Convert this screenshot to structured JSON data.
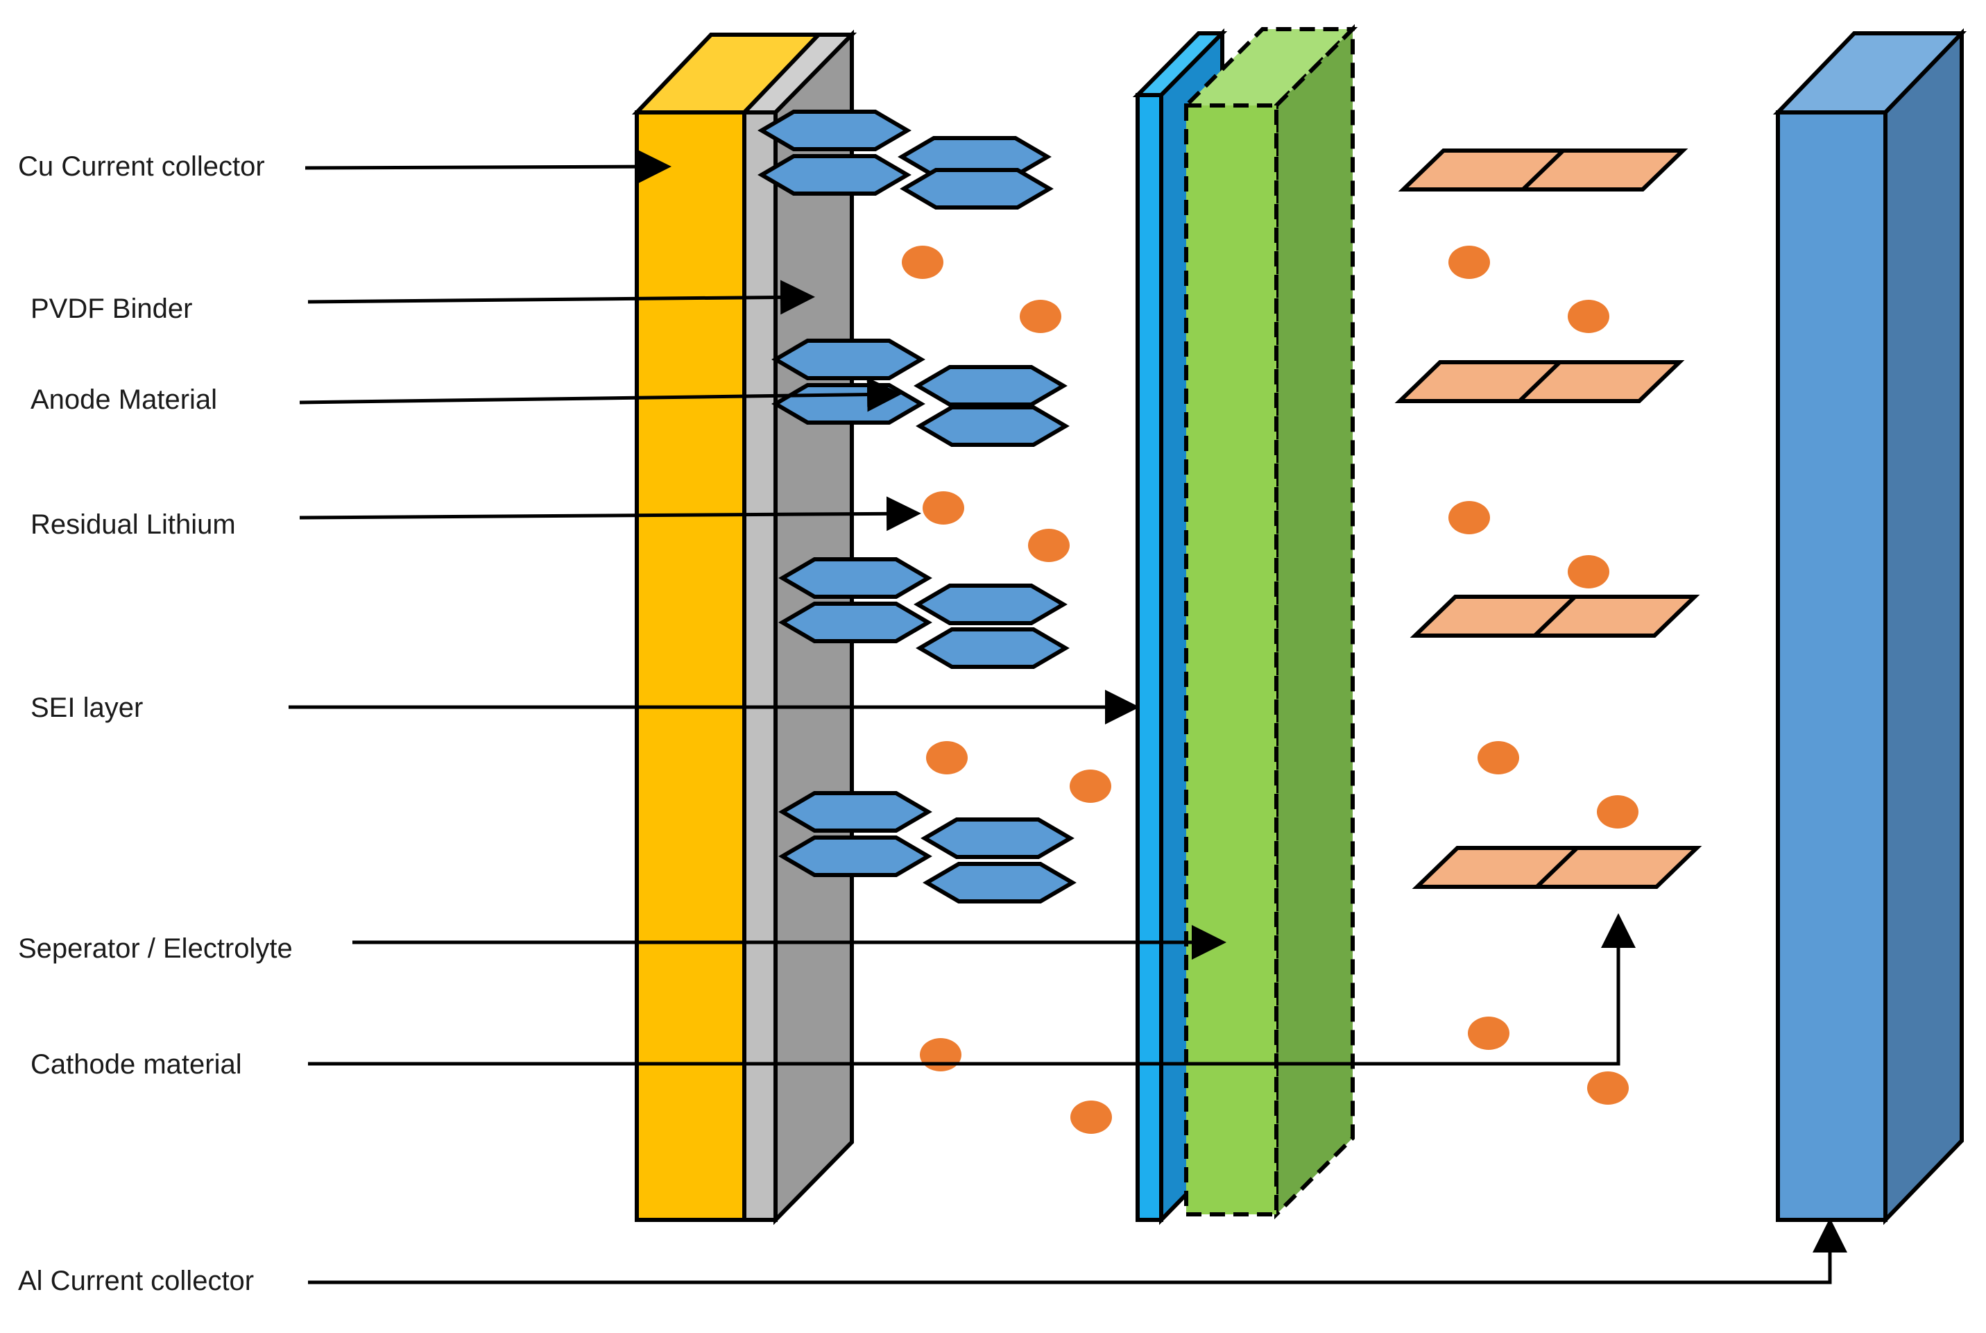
{
  "labels": {
    "cu_current_collector": "Cu Current collector",
    "pvdf_binder": "PVDF Binder",
    "anode_material": "Anode Material",
    "residual_lithium": "Residual Lithium",
    "sei_layer": "SEI layer",
    "separator_electrolyte": "Seperator / Electrolyte",
    "cathode_material": "Cathode material",
    "al_current_collector": "Al Current collector"
  },
  "colors": {
    "copper_collector": "#FFC000",
    "copper_collector_top": "#FFD034",
    "binder_front": "#BFBFBF",
    "binder_side": "#9A9A9A",
    "anode_particle": "#5B9BD5",
    "lithium": "#ED7D31",
    "sei_front": "#1EAEEE",
    "sei_side": "#1A8ACB",
    "separator_front": "#92D050",
    "separator_top": "#A9DE78",
    "separator_side": "#70A845",
    "cathode_particle": "#F4B183",
    "al_collector_front": "#5B9BD5",
    "al_collector_top": "#7AAFDF",
    "al_collector_side": "#4A7BAA",
    "outline": "#000000"
  }
}
